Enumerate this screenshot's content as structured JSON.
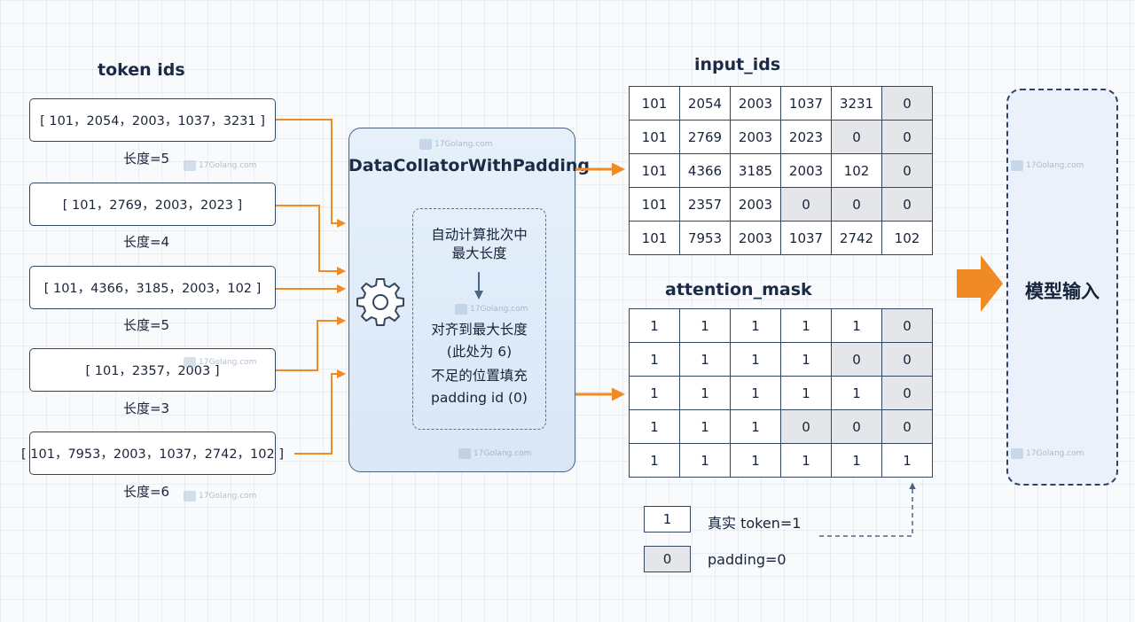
{
  "left": {
    "title": "token ids",
    "sequences": [
      {
        "text": "[ 101，2054，2003，1037，3231 ]",
        "length": "长度=5"
      },
      {
        "text": "[ 101，2769，2003，2023 ]",
        "length": "长度=4"
      },
      {
        "text": "[ 101，4366，3185，2003，102 ]",
        "length": "长度=5"
      },
      {
        "text": "[ 101，2357，2003 ]",
        "length": "长度=3"
      },
      {
        "text": "[ 101，7953，2003，1037，2742，102 ]",
        "length": "长度=6"
      }
    ]
  },
  "collator": {
    "title": "DataCollatorWithPadding",
    "step1_line1": "自动计算批次中",
    "step1_line2": "最大长度",
    "step2_line1": "对齐到最大长度",
    "step2_line2": "(此处为 6)",
    "step2_line3": "不足的位置填充",
    "step2_line4": "padding id (0)",
    "icon": "gear-icon"
  },
  "input_ids": {
    "title": "input_ids",
    "rows": [
      [
        "101",
        "2054",
        "2003",
        "1037",
        "3231",
        "0"
      ],
      [
        "101",
        "2769",
        "2003",
        "2023",
        "0",
        "0"
      ],
      [
        "101",
        "4366",
        "3185",
        "2003",
        "102",
        "0"
      ],
      [
        "101",
        "2357",
        "2003",
        "0",
        "0",
        "0"
      ],
      [
        "101",
        "7953",
        "2003",
        "1037",
        "2742",
        "102"
      ]
    ]
  },
  "attention_mask": {
    "title": "attention_mask",
    "rows": [
      [
        "1",
        "1",
        "1",
        "1",
        "1",
        "0"
      ],
      [
        "1",
        "1",
        "1",
        "1",
        "0",
        "0"
      ],
      [
        "1",
        "1",
        "1",
        "1",
        "1",
        "0"
      ],
      [
        "1",
        "1",
        "1",
        "0",
        "0",
        "0"
      ],
      [
        "1",
        "1",
        "1",
        "1",
        "1",
        "1"
      ]
    ]
  },
  "legend": {
    "real_value": "1",
    "real_label": "真实 token=1",
    "pad_value": "0",
    "pad_label": "padding=0"
  },
  "model": {
    "label": "模型输入"
  },
  "colors": {
    "arrow": "#f08a24",
    "border": "#34465f",
    "pad_fill": "#e4e6ea",
    "collator_fill": "#dde9f7"
  },
  "watermark": "17Golang.com"
}
